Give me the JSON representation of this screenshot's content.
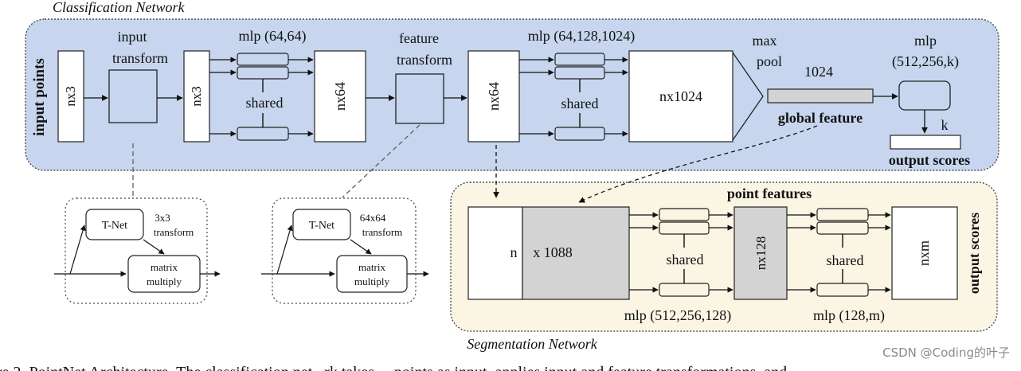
{
  "classification": {
    "title": "Classification Network",
    "input_points": "input points",
    "nx3": "nx3",
    "input_transform": [
      "input",
      "transform"
    ],
    "mlp_64": "mlp (64,64)",
    "shared": "shared",
    "nx64": "nx64",
    "feature_transform": [
      "feature",
      "transform"
    ],
    "mlp_1024": "mlp (64,128,1024)",
    "nx1024": "nx1024",
    "max_pool": [
      "max",
      "pool"
    ],
    "num_1024": "1024",
    "global_feature": "global feature",
    "mlp_k": [
      "mlp",
      "(512,256,k)"
    ],
    "k": "k",
    "output_scores": "output scores"
  },
  "tnet_input": {
    "tnet": "T-Net",
    "transform": [
      "3x3",
      "transform"
    ],
    "matrix": [
      "matrix",
      "multiply"
    ]
  },
  "tnet_feature": {
    "tnet": "T-Net",
    "transform": [
      "64x64",
      "transform"
    ],
    "matrix": [
      "matrix",
      "multiply"
    ]
  },
  "segmentation": {
    "title": "Segmentation Network",
    "point_features": "point features",
    "n": "n",
    "x1088": "x 1088",
    "shared": "shared",
    "nx128": "nx128",
    "nxm": "nxm",
    "output_scores": "output scores",
    "mlp_128": "mlp (512,256,128)",
    "mlp_m": "mlp (128,m)"
  },
  "caption_partial": "re 2. PointNet Architecture. The classification net...rk takes ... points as input, applies input and feature transformations, and...",
  "watermark": "CSDN @Coding的叶子",
  "colors": {
    "cls_bg": "#c7d6ee",
    "seg_bg": "#fbf5e4",
    "gray_block": "#d3d3d3"
  }
}
